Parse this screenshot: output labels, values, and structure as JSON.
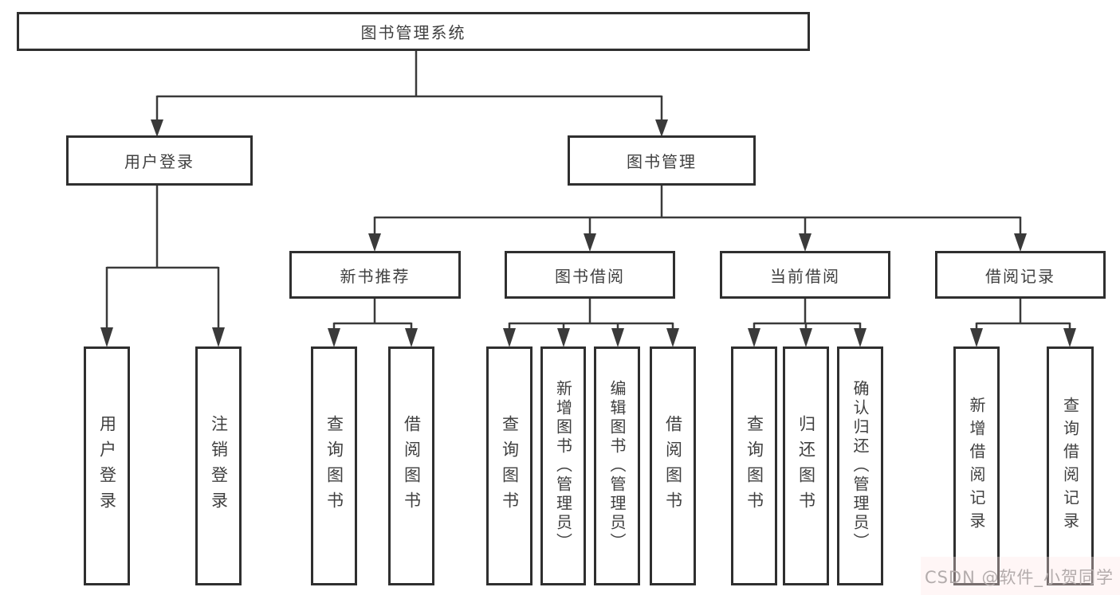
{
  "colors": {
    "line": "#3a3a3a",
    "box_border": "#2f2f2f",
    "box_fill": "#ffffff",
    "text": "#404040",
    "watermark_text": "#b3acac"
  },
  "diagram": {
    "root": {
      "label": "图书管理系统"
    },
    "level2": [
      {
        "label": "用户登录"
      },
      {
        "label": "图书管理"
      }
    ],
    "level3": [
      {
        "label": "新书推荐"
      },
      {
        "label": "图书借阅"
      },
      {
        "label": "当前借阅"
      },
      {
        "label": "借阅记录"
      }
    ],
    "leaves": {
      "user_login": [
        {
          "label": "用户登录"
        },
        {
          "label": "注销登录"
        }
      ],
      "new_book": [
        {
          "label": "查询图书"
        },
        {
          "label": "借阅图书"
        }
      ],
      "borrow": [
        {
          "label": "查询图书"
        },
        {
          "label": "新增图书（管理员）"
        },
        {
          "label": "编辑图书（管理员）"
        },
        {
          "label": "借阅图书"
        }
      ],
      "current": [
        {
          "label": "查询图书"
        },
        {
          "label": "归还图书"
        },
        {
          "label": "确认归还（管理员）"
        }
      ],
      "records": [
        {
          "label": "新增借阅记录"
        },
        {
          "label": "查询借阅记录"
        }
      ]
    }
  },
  "watermark": {
    "text": "CSDN @软件_小贺同学"
  }
}
